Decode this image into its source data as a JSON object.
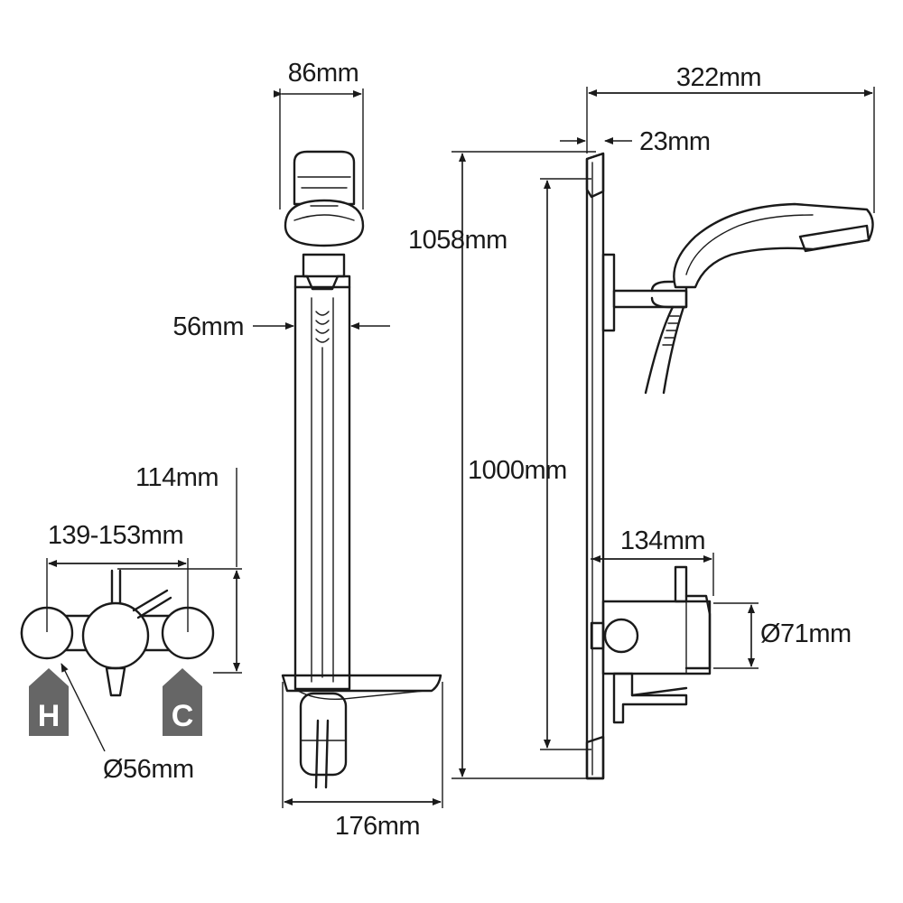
{
  "dimensions": {
    "shower_head_width": "86mm",
    "rail_width": "56mm",
    "soap_dish_width": "176mm",
    "overall_depth": "322mm",
    "wall_offset": "23mm",
    "overall_height": "1058mm",
    "rail_length": "1000mm",
    "valve_depth": "134mm",
    "valve_diameter": "Ø71mm",
    "valve_height": "114mm",
    "inlet_centres": "139-153mm",
    "knob_diameter": "Ø56mm"
  },
  "badges": {
    "hot": "H",
    "cold": "C",
    "color": "#666666"
  }
}
